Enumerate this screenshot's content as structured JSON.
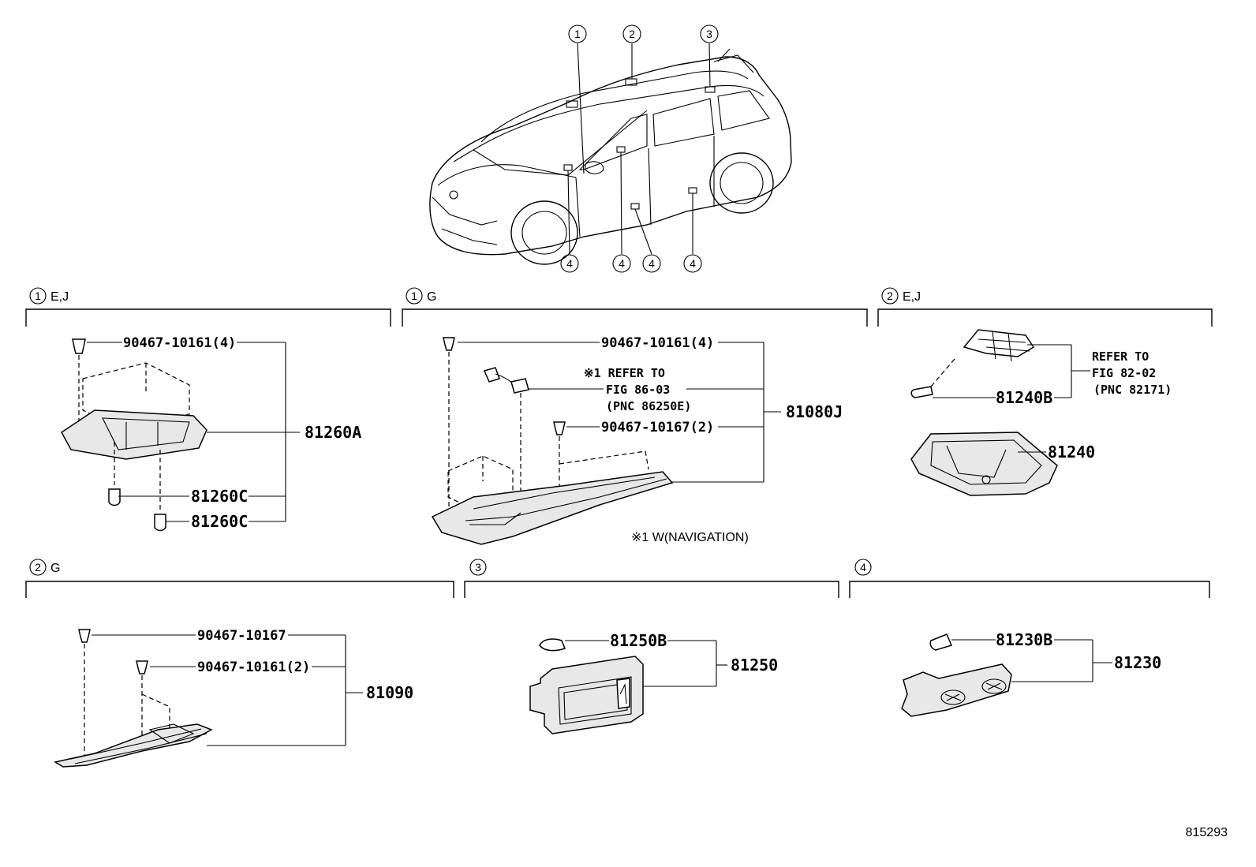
{
  "callouts": {
    "c1": "1",
    "c2": "2",
    "c3": "3",
    "c4": "4"
  },
  "sections": {
    "s1": {
      "num": "1",
      "label": "E,J"
    },
    "s2": {
      "num": "1",
      "label": "G"
    },
    "s3": {
      "num": "2",
      "label": "E,J"
    },
    "s4": {
      "num": "2",
      "label": "G"
    },
    "s5": {
      "num": "3",
      "label": ""
    },
    "s6": {
      "num": "4",
      "label": ""
    }
  },
  "parts": {
    "p_90467_10161_4a": "90467-10161(4)",
    "p_81260A": "81260A",
    "p_81260C_1": "81260C",
    "p_81260C_2": "81260C",
    "p_90467_10161_4b": "90467-10161(4)",
    "ref1_line1": "※1 REFER TO",
    "ref1_line2": "FIG 86-03",
    "ref1_line3": "(PNC 86250E)",
    "p_90467_10167_2": "90467-10167(2)",
    "p_81080J": "81080J",
    "note_nav": "※1 W(NAVIGATION)",
    "ref2_line1": "REFER TO",
    "ref2_line2": "FIG 82-02",
    "ref2_line3": "(PNC 82171)",
    "p_81240B": "81240B",
    "p_81240": "81240",
    "p_90467_10167": "90467-10167",
    "p_90467_10161_2": "90467-10161(2)",
    "p_81090": "81090",
    "p_81250B": "81250B",
    "p_81250": "81250",
    "p_81230B": "81230B",
    "p_81230": "81230"
  },
  "figure_number": "815293"
}
